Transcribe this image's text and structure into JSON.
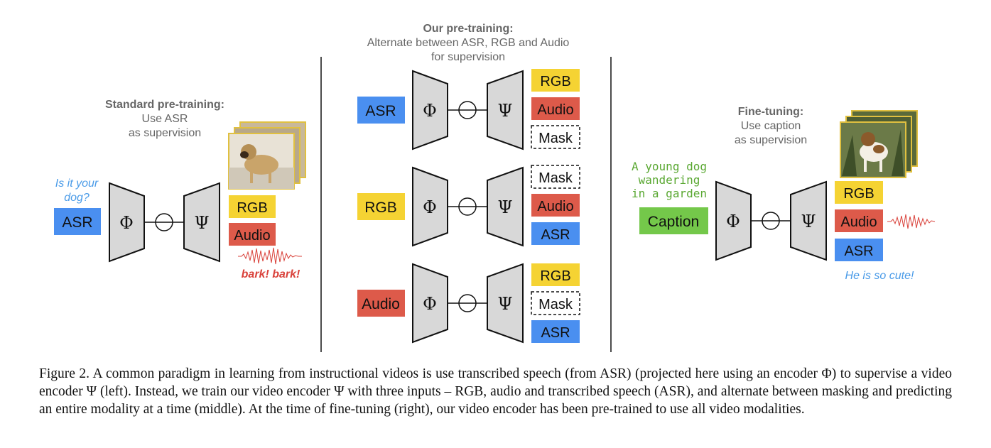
{
  "left": {
    "title": "Standard pre-training:",
    "sub1": "Use ASR",
    "sub2": "as supervision",
    "quote1": "Is it your",
    "quote2": "dog?",
    "input": "ASR",
    "enc": "Φ",
    "dec": "Ψ",
    "out1": "RGB",
    "out2": "Audio",
    "sound": "bark! bark!"
  },
  "middle": {
    "title": "Our pre-training:",
    "sub1": "Alternate between ASR, RGB and Audio",
    "sub2": "for supervision",
    "rows": [
      {
        "input": "ASR",
        "enc": "Φ",
        "dec": "Ψ",
        "out1": "RGB",
        "out2": "Audio",
        "out3": "Mask"
      },
      {
        "input": "RGB",
        "enc": "Φ",
        "dec": "Ψ",
        "out1": "Mask",
        "out2": "Audio",
        "out3": "ASR"
      },
      {
        "input": "Audio",
        "enc": "Φ",
        "dec": "Ψ",
        "out1": "RGB",
        "out2": "Mask",
        "out3": "ASR"
      }
    ]
  },
  "right": {
    "title": "Fine-tuning:",
    "sub1": "Use caption",
    "sub2": "as supervision",
    "code1": "A young dog",
    "code2": "wandering",
    "code3": "in a garden",
    "input": "Caption",
    "enc": "Φ",
    "dec": "Ψ",
    "out1": "RGB",
    "out2": "Audio",
    "out3": "ASR",
    "quote": "He is so cute!"
  },
  "caption": "Figure 2. A common paradigm in learning from instructional videos is use transcribed speech (from ASR) (projected here using an encoder Φ) to supervise a video encoder Ψ (left). Instead, we train our video encoder Ψ with three inputs – RGB, audio and transcribed speech (ASR), and alternate between masking and predicting an entire modality at a time (middle). At the time of fine-tuning (right), our video encoder has been pre-trained to use all video modalities.",
  "colors": {
    "asr": "#4a8ff0",
    "rgb": "#f5d333",
    "audio": "#dd5a4a",
    "caption": "#74c84a",
    "block": "#d8d8d8",
    "quote_blue": "#4a9be8",
    "code_green": "#5aa832",
    "sound_red": "#d9413a"
  }
}
